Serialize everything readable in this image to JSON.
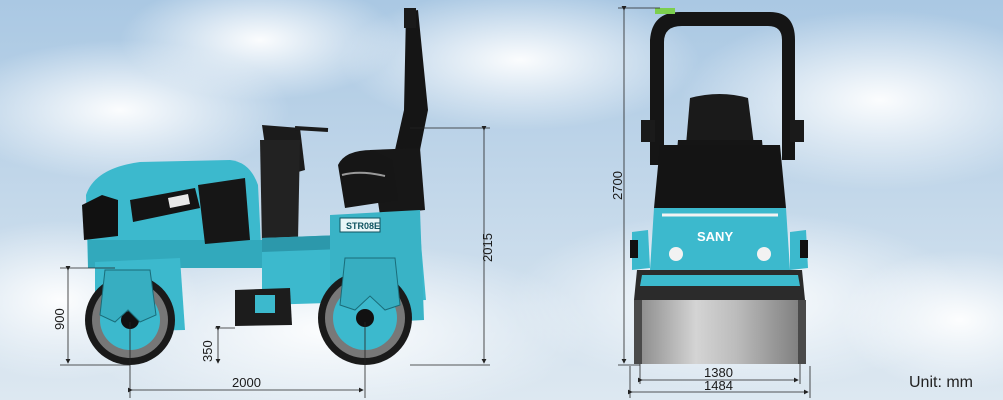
{
  "diagram": {
    "unit_label": "Unit: mm",
    "side_view": {
      "model_plate": "STR08E",
      "dimensions": {
        "overall_height": "2015",
        "drum_height": "900",
        "ground_clearance": "350",
        "wheelbase": "2000"
      }
    },
    "front_view": {
      "brand": "SANY",
      "dimensions": {
        "overall_height": "2700",
        "drum_width": "1380",
        "overall_width": "1484"
      }
    },
    "colors": {
      "body": "#3cb9cd",
      "body_dark": "#2a8fa0",
      "frame": "#141414",
      "sky": "#b9d3e9",
      "drum": "#a9a9a9",
      "dim_line": "#222222"
    }
  }
}
